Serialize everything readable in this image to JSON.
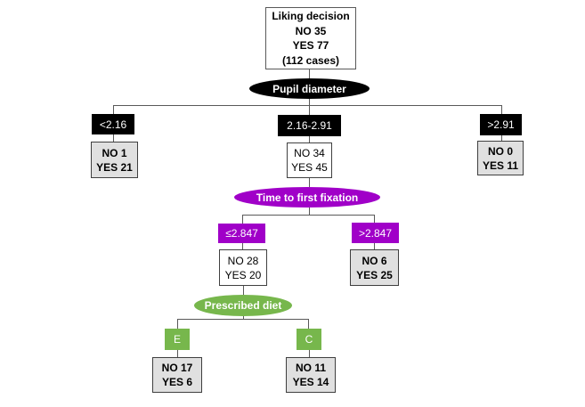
{
  "colors": {
    "black": "#000000",
    "purple": "#A000C8",
    "green": "#77B74C",
    "leaf-fill": "#E0E0E0",
    "line": "#595959"
  },
  "tree": {
    "root": {
      "title": "Liking decision",
      "no": "NO 35",
      "yes": "YES 77",
      "cases": "(112 cases)"
    },
    "split1_label": "Pupil diameter",
    "split2_label": "Time to first fixation",
    "split3_label": "Prescribed diet",
    "level1": [
      {
        "condition": "<2.16",
        "no": "NO 1",
        "yes": "YES 21"
      },
      {
        "condition": "2.16-2.91",
        "no": "NO 34",
        "yes": "YES 45"
      },
      {
        "condition": ">2.91",
        "no": "NO 0",
        "yes": "YES 11"
      }
    ],
    "level2": [
      {
        "condition": "≤2.847",
        "no": "NO 28",
        "yes": "YES 20"
      },
      {
        "condition": ">2.847",
        "no": "NO 6",
        "yes": "YES 25"
      }
    ],
    "level3": [
      {
        "condition": "E",
        "no": "NO 17",
        "yes": "YES 6"
      },
      {
        "condition": "C",
        "no": "NO 11",
        "yes": "YES 14"
      }
    ]
  }
}
